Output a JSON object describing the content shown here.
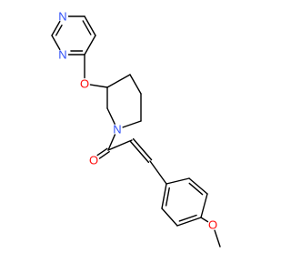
{
  "molecule": {
    "atom_colors": {
      "N": "#3050F8",
      "O": "#FF0D0D",
      "C": "#000000"
    },
    "background": "#ffffff",
    "atoms": [
      {
        "id": "n_pyr_1",
        "element": "N",
        "label": "N"
      },
      {
        "id": "n_pyr_3",
        "element": "N",
        "label": "N"
      },
      {
        "id": "o_ether_1",
        "element": "O",
        "label": "O"
      },
      {
        "id": "n_piperidine",
        "element": "N",
        "label": "N"
      },
      {
        "id": "o_carbonyl",
        "element": "O",
        "label": "O"
      },
      {
        "id": "o_methoxy",
        "element": "O",
        "label": "O"
      }
    ]
  }
}
